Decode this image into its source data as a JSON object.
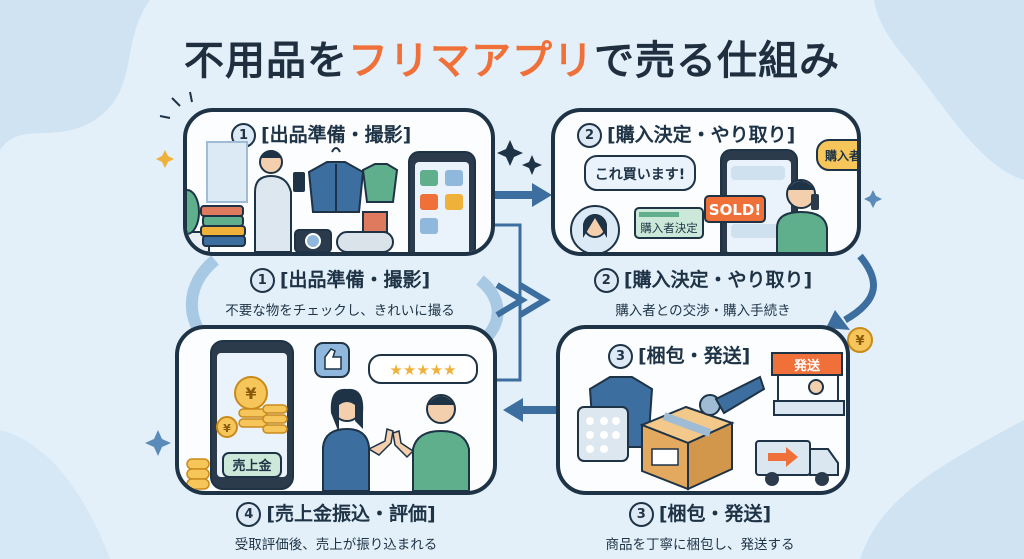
{
  "title": {
    "part1": "不用品を",
    "accent": "フリマアプリ",
    "part2": "で売る仕組み"
  },
  "steps": [
    {
      "num": "1",
      "label": "[出品準備・撮影]",
      "caption_title": "[出品準備・撮影]",
      "caption_text": "不要な物をチェックし、きれいに撮る"
    },
    {
      "num": "2",
      "label": "[購入決定・やり取り]",
      "caption_title": "[購入決定・やり取り]",
      "caption_text": "購入者との交渉・購入手続き"
    },
    {
      "num": "3",
      "label": "[梱包・発送]",
      "caption_title": "[梱包・発送]",
      "caption_text": "商品を丁寧に梱包し、発送する"
    },
    {
      "num": "4",
      "label": "",
      "caption_title": "[売上金振込・評価]",
      "caption_text": "受取評価後、売上が振り込まれる"
    }
  ],
  "bubbles": {
    "buy": "これ買います!",
    "decided": "購入者決定",
    "sold": "SOLD!",
    "buyer": "購入者",
    "sales": "売上金",
    "stars": "★★★★★",
    "shipping": "発送",
    "yen": "¥"
  },
  "colors": {
    "navy": "#1e3346",
    "orange": "#f0703a",
    "blue": "#3d6ea0",
    "green": "#5fae8c"
  }
}
